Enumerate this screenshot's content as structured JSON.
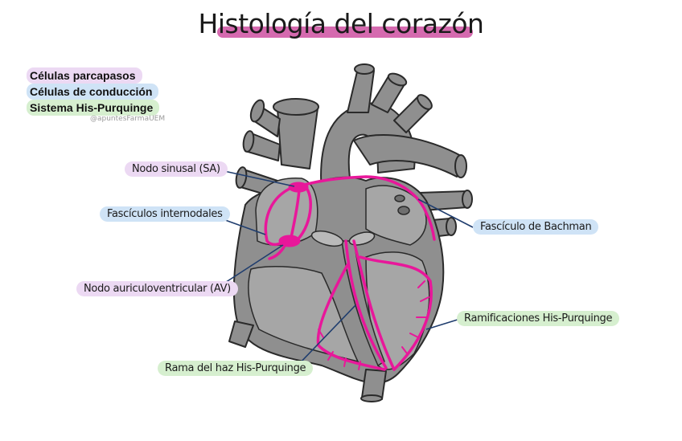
{
  "title": "Histología del corazón",
  "legend": [
    {
      "label": "Células parcapasos",
      "color": "#ecd9f3"
    },
    {
      "label": "Células de conducción",
      "color": "#cfe3f6"
    },
    {
      "label": "Sistema His-Purquinge",
      "color": "#d6efcf"
    }
  ],
  "credit": "@apuntesFarmaUEM",
  "labels": {
    "sa_node": "Nodo sinusal (SA)",
    "internodal": "Fascículos internodales",
    "av_node": "Nodo auriculoventricular (AV)",
    "bundle_branch": "Rama del haz His-Purquinge",
    "bachman": "Fascículo de Bachman",
    "purkinje": "Ramificaciones His-Purquinge"
  },
  "colors": {
    "heart": "#8f8f8f",
    "outline": "#2a2a2a",
    "conduction": "#e8179a",
    "leader": "#1f3d6e"
  }
}
